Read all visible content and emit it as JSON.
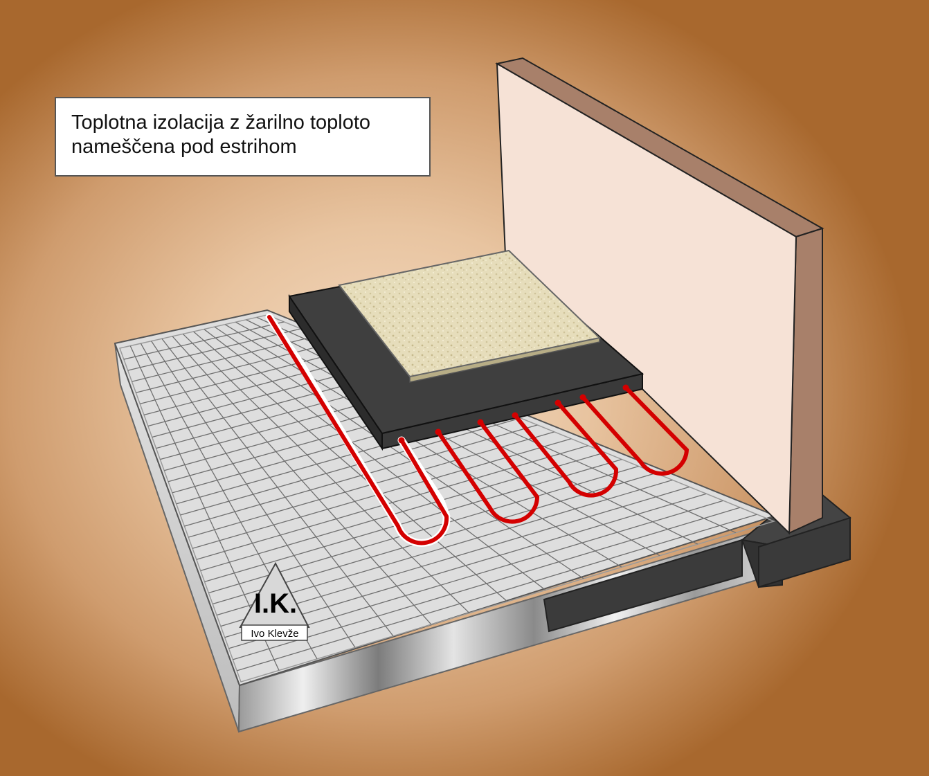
{
  "caption": {
    "line1": "Toplotna izolacija z žarilno toploto",
    "line2": "nameščena pod estrihom"
  },
  "badge": {
    "initials": "I.K.",
    "author": "Ivo Klevže"
  },
  "colors": {
    "heating_cable": "#d40000",
    "wall_face": "#f6e2d6",
    "wall_edge": "#a8806a",
    "black_layer": "#3a3a3a",
    "screed_tile": "#e6ddbb",
    "mesh_board": "#dedede"
  }
}
